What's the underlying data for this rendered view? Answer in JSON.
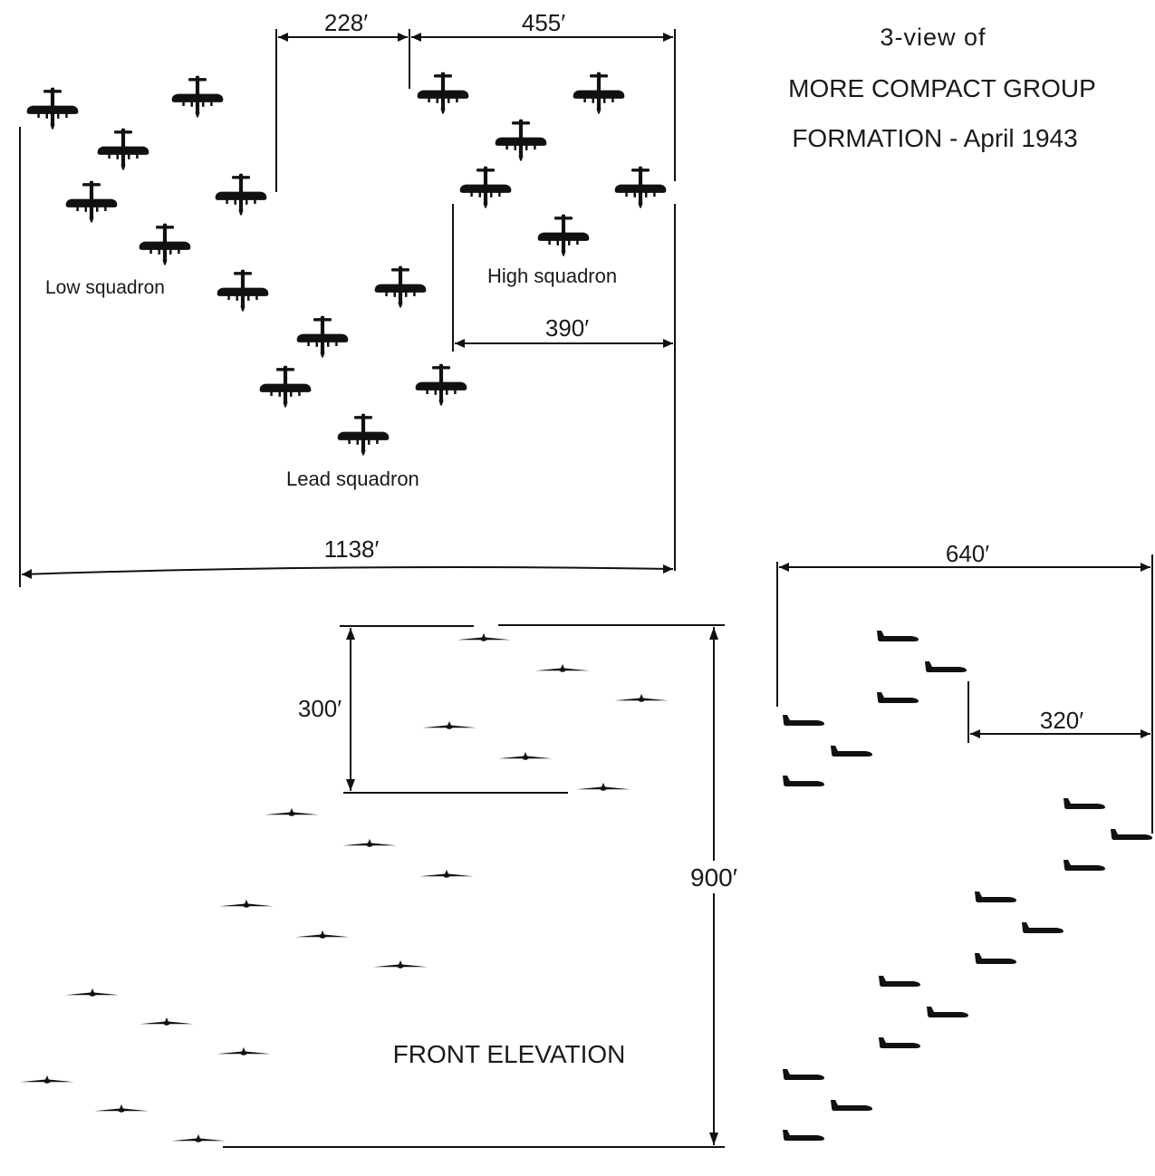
{
  "title": {
    "line1": "3-view of",
    "line2": "MORE COMPACT GROUP",
    "line3": "FORMATION - April 1943"
  },
  "labels": {
    "low_squadron": "Low squadron",
    "high_squadron": "High squadron",
    "lead_squadron": "Lead squadron",
    "front_elevation": "FRONT ELEVATION"
  },
  "dimensions": {
    "d228": "228′",
    "d455": "455′",
    "d390": "390′",
    "d1138": "1138′",
    "d640": "640′",
    "d320": "320′",
    "d300": "300′",
    "d900": "900′"
  },
  "colors": {
    "ink": "#111111",
    "background": "#ffffff"
  },
  "icons": {
    "plan_aircraft": "b17-top-view-icon",
    "front_aircraft": "b17-front-view-icon",
    "side_aircraft": "b17-side-view-icon"
  }
}
